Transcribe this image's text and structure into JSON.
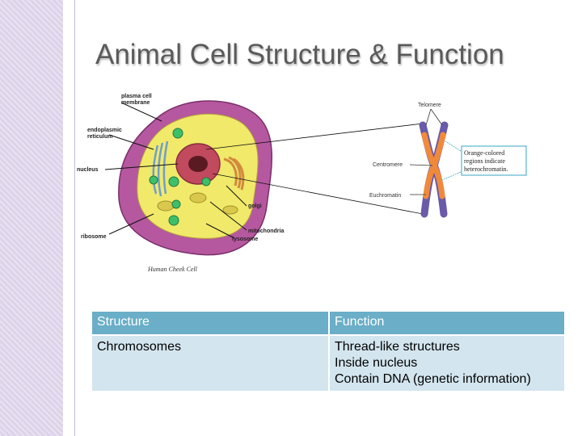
{
  "slide": {
    "title": "Animal Cell Structure & Function"
  },
  "figure": {
    "cell_labels": {
      "plasma_membrane_1": "plasma cell",
      "plasma_membrane_2": "membrane",
      "er_1": "endoplasmic",
      "er_2": "reticulum",
      "nucleus": "nucleus",
      "ribosome": "ribosome",
      "golgi": "golgi",
      "mitochondria": "mitochondria",
      "lysosome": "lysosome",
      "caption": "Human Cheek Cell"
    },
    "chromosome_labels": {
      "telomere": "Telomere",
      "centromere": "Centromere",
      "euchromatin": "Euchromatin",
      "note_1": "Orange-colored",
      "note_2": "regions indicate",
      "note_3": "heterochromatin."
    }
  },
  "table": {
    "headers": [
      "Structure",
      "Function"
    ],
    "rows": [
      {
        "structure": "Chromosomes",
        "function_lines": [
          "Thread-like structures",
          "Inside nucleus",
          "Contain DNA (genetic information)"
        ]
      }
    ]
  }
}
